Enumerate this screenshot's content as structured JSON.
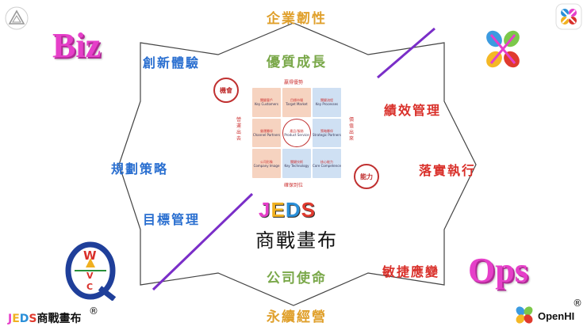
{
  "top_label": "企業韌性",
  "bottom_label": "永續經營",
  "left_top_label": "創新體驗",
  "left_mid_label": "規劃策略",
  "left_bottom_label": "目標管理",
  "right_top_label": "績效管理",
  "right_mid_label": "落實執行",
  "right_bottom_label": "敏捷應變",
  "inner_top_label": "優質成長",
  "inner_bottom_label": "公司使命",
  "biz_label": "Biz",
  "ops_label": "Ops",
  "center_title": "商戰畫布",
  "jeds_logo_text": "JEDS",
  "grid": {
    "top_caption": "贏得優勢",
    "bottom_caption": "確保到位",
    "left_caption": "營運出去",
    "right_caption": "價值出來",
    "cells": [
      {
        "zh": "關鍵客戶",
        "en": "Key Customers",
        "tone": "peach"
      },
      {
        "zh": "目標市場",
        "en": "Target Market",
        "tone": "peach"
      },
      {
        "zh": "關鍵流程",
        "en": "Key Processes",
        "tone": "blue"
      },
      {
        "zh": "營運夥伴",
        "en": "Channel Partners",
        "tone": "peach"
      },
      {
        "zh": "產品/服務",
        "en": "Product Service",
        "tone": "white"
      },
      {
        "zh": "策略夥伴",
        "en": "Strategic Partners",
        "tone": "blue"
      },
      {
        "zh": "公司形象",
        "en": "Company Image",
        "tone": "peach"
      },
      {
        "zh": "關鍵技術",
        "en": "Key Technology",
        "tone": "blue"
      },
      {
        "zh": "核心能力",
        "en": "Core Competence",
        "tone": "blue"
      }
    ]
  },
  "opportunity_label": "機會",
  "ability_label": "能力",
  "bottom_left_brand": "JEDS商戰畫布",
  "registered_mark": "®",
  "openhi_label": "OpenHI",
  "wvcq_letters": {
    "w": "W",
    "v": "V",
    "c": "C"
  },
  "colors": {
    "gold": "#e0a02c",
    "blue": "#2a6fd0",
    "red": "#d9302a",
    "green": "#7aa84a",
    "magenta": "#e63fc9",
    "purple": "#7a2ec8"
  }
}
